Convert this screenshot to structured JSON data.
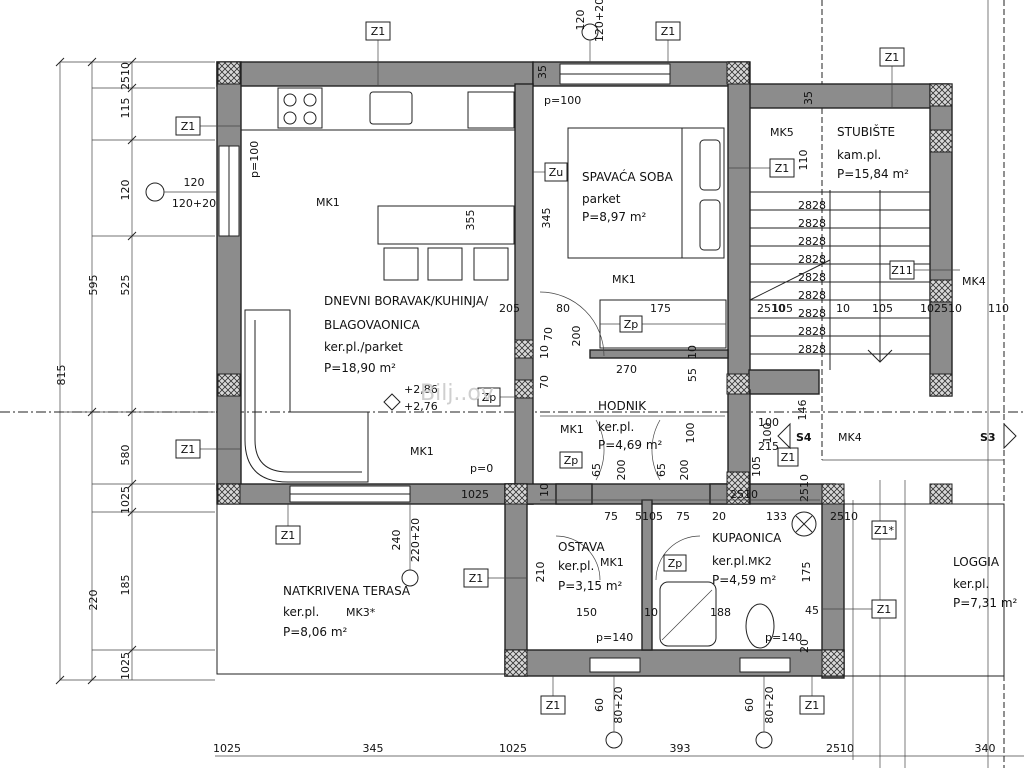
{
  "rooms": [
    {
      "id": "living",
      "name": "DNEVNI BORAVAK/KUHINJA/",
      "name2": "BLAGOVAONICA",
      "floor": "ker.pl./parket",
      "area": "P=18,90 m²"
    },
    {
      "id": "bedroom",
      "name": "SPAVAĆA SOBA",
      "floor": "parket",
      "area": "P=8,97 m²"
    },
    {
      "id": "stairs",
      "name": "STUBIŠTE",
      "floor": "kam.pl.",
      "area": "P=15,84 m²"
    },
    {
      "id": "hall",
      "name": "HODNIK",
      "floor": "ker.pl.",
      "area": "P=4,69 m²"
    },
    {
      "id": "storage",
      "name": "OSTAVA",
      "floor": "ker.pl.",
      "area": "P=3,15 m²"
    },
    {
      "id": "bath",
      "name": "KUPAONICA",
      "floor": "ker.pl.",
      "area": "P=4,59 m²"
    },
    {
      "id": "terrace",
      "name": "NATKRIVENA TERASA",
      "floor": "ker.pl.",
      "area": "P=8,06 m²"
    },
    {
      "id": "loggia",
      "name": "LOGGIA",
      "floor": "ker.pl.",
      "area": "P=7,31 m²"
    }
  ],
  "tags": {
    "z1": "Z1",
    "zu": "Zu",
    "zp": "Zp",
    "z11": "Z11",
    "z1s": "Z1*",
    "mk1": "MK1",
    "mk2": "MK2",
    "mk3": "MK3*",
    "mk4": "MK4",
    "mk5": "MK5",
    "s3": "S3",
    "s4": "S4"
  },
  "labels": {
    "p100a": "p=100",
    "p100b": "p=100",
    "p0": "p=0",
    "p140a": "p=140",
    "p140b": "p=140",
    "lvl1": "+2,86",
    "lvl2": "+2,76",
    "watermark": "Bilj..ov"
  },
  "dims": {
    "left_col1": [
      "2510",
      "115",
      "120",
      "525",
      "580",
      "1025",
      "185",
      "1025"
    ],
    "left_col2": [
      "595",
      "220"
    ],
    "left_total": "815",
    "bottom": [
      "1025",
      "345",
      "1025",
      "393",
      "2510",
      "340"
    ],
    "win_w1": "120",
    "win_w2": "120+20",
    "win_top1": "120",
    "win_top2": "120+20",
    "win_ter1": "240",
    "win_ter2": "220+20",
    "win_b1": "60",
    "win_b2": "80+20",
    "win_b3": "60",
    "win_b4": "80+20",
    "d355": "355",
    "d345": "345",
    "d35a": "35",
    "d35b": "35",
    "d110": "110",
    "stairs_row1": [
      "2510",
      "105",
      "28",
      "10",
      "105",
      "102510",
      "110"
    ],
    "st28": "28",
    "hall_row": [
      "205",
      "80",
      "175"
    ],
    "d200": "200",
    "d70a": "70",
    "d10a": "10",
    "d70b": "70",
    "d10b": "10",
    "d270": "270",
    "d55": "55",
    "d10c": "10",
    "d100a": "100",
    "d215": "215",
    "d100b": "100",
    "d146": "146",
    "d2510a": "2510",
    "d100c": "100",
    "d65a": "65",
    "d200b": "200",
    "d65b": "65",
    "d200c": "200",
    "row_75": [
      "1025",
      "75",
      "5105",
      "75",
      "20",
      "133",
      "2510"
    ],
    "d2510b": "2510",
    "d2510c": "2510",
    "d105": "105",
    "d210": "210",
    "d150": "150",
    "d10d": "10",
    "d188": "188",
    "d175": "175",
    "d45": "45",
    "d20": "20"
  },
  "colors": {
    "wall": "#8c8c8c",
    "hatch": "#cfcfcf",
    "line": "#222222"
  }
}
